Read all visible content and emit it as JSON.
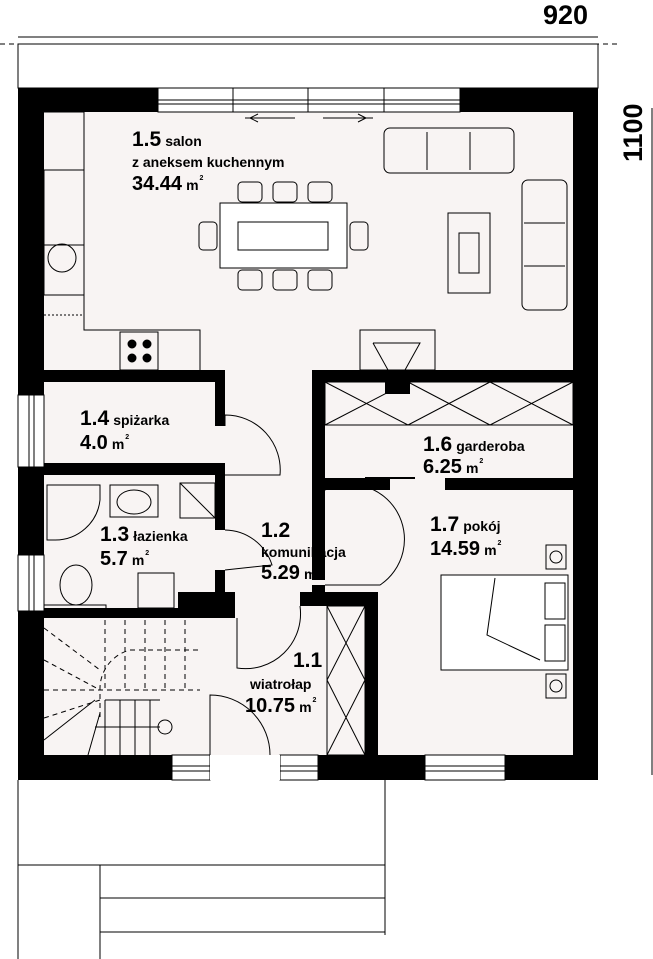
{
  "dimensions": {
    "width": "920",
    "height": "1100"
  },
  "rooms": [
    {
      "id": "1.5",
      "name": "salon",
      "name2": "z aneksem kuchennym",
      "area": "34.44",
      "unit": "m",
      "sup": "2"
    },
    {
      "id": "1.4",
      "name": "spiżarka",
      "area": "4.0",
      "unit": "m",
      "sup": "2"
    },
    {
      "id": "1.3",
      "name": "łazienka",
      "area": "5.7",
      "unit": "m",
      "sup": "2"
    },
    {
      "id": "1.2",
      "name": "komunikacja",
      "area": "5.29",
      "unit": "m",
      "sup": "2"
    },
    {
      "id": "1.1",
      "name": "wiatrołap",
      "area": "10.75",
      "unit": "m",
      "sup": "2"
    },
    {
      "id": "1.6",
      "name": "garderoba",
      "area": "6.25",
      "unit": "m",
      "sup": "2"
    },
    {
      "id": "1.7",
      "name": "pokój",
      "area": "14.59",
      "unit": "m",
      "sup": "2"
    }
  ]
}
